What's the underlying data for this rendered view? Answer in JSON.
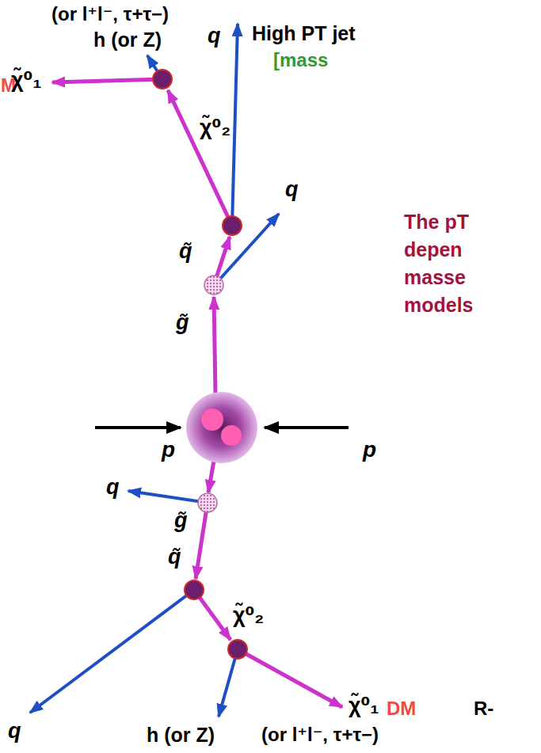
{
  "diagram": {
    "labels": [
      "(or l⁺l⁻, τ+τ−)",
      "h (or Z)",
      "q",
      "High PT jet",
      "[mass",
      "M",
      "χ̃⁰₁",
      "χ̃⁰₂",
      "q",
      "q̃",
      "The pT",
      "depen",
      "masse",
      "models",
      "g̃",
      "p",
      "p",
      "g̃",
      "q",
      "q̃",
      "χ̃⁰₂",
      "χ̃⁰₁",
      "DM",
      "R-",
      "q",
      "h (or Z)",
      "(or l⁺l⁻, τ+τ−)"
    ]
  }
}
